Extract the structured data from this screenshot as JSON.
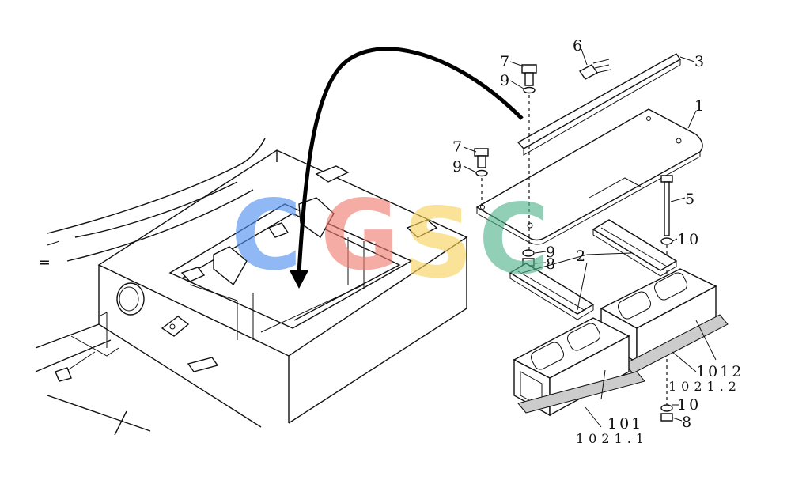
{
  "watermark": {
    "letters": [
      "C",
      "G",
      "S",
      "C"
    ],
    "colors": [
      "#4d8ef0",
      "#f07a6e",
      "#f7d35a",
      "#4fb38a"
    ]
  },
  "callouts": {
    "c1": "1",
    "c2": "2",
    "c3": "3",
    "c5": "5",
    "c6": "6",
    "c7a": "7",
    "c7b": "7",
    "c8a": "8",
    "c8b": "8",
    "c9a": "9",
    "c9b": "9",
    "c9c": "9",
    "c10a": "10",
    "c10b": "10",
    "c1012": "1012",
    "c1021_2": "1021.2",
    "c101": "101",
    "c1021_1": "1021.1"
  },
  "arrow": {
    "color": "#000000"
  }
}
